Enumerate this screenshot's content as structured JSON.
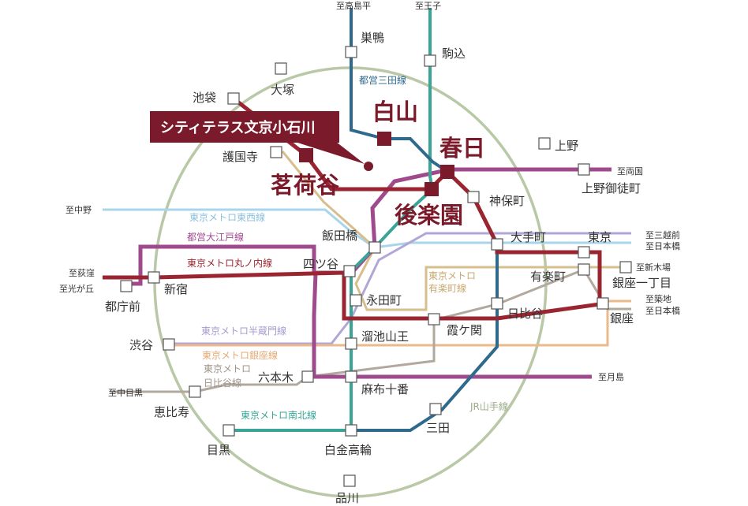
{
  "colors": {
    "yamanote": "#b9c8a6",
    "mita": "#2f6a8c",
    "namboku": "#3aa596",
    "marunouchi": "#9a2530",
    "oedo": "#a04a8e",
    "tozai": "#a9d4ea",
    "hanzomon": "#b2a6d6",
    "ginza": "#ebb98b",
    "hibiya": "#b2a89e",
    "yurakucho": "#d7be8c",
    "highlight": "#7a1a2a"
  },
  "property": {
    "name": "シティテラス文京小石川"
  },
  "highlight_stations": {
    "hakusan": "白山",
    "kasuga": "春日",
    "myogadani": "茗荷谷",
    "korakuen": "後楽園"
  },
  "stations": {
    "sugamo": "巣鴨",
    "komagome": "駒込",
    "otsuka": "大塚",
    "ikebukuro": "池袋",
    "gokokuji": "護国寺",
    "ueno": "上野",
    "uenookachimachi": "上野御徒町",
    "jimbocho": "神保町",
    "iidabashi": "飯田橋",
    "otemachi": "大手町",
    "tokyo": "東京",
    "yotsuya": "四ツ谷",
    "yurakucho": "有楽町",
    "ginzaitchome": "銀座一丁目",
    "shinjuku": "新宿",
    "nagatacho": "永田町",
    "tochomae": "都庁前",
    "hibiya": "日比谷",
    "kasumigaseki": "霞ケ関",
    "ginza": "銀座",
    "tameikesanno": "溜池山王",
    "shibuya": "渋谷",
    "roppongi": "六本木",
    "azabujuban": "麻布十番",
    "ebisu": "恵比寿",
    "mita": "三田",
    "meguro": "目黒",
    "shirokanetakanawa": "白金高輪",
    "shinagawa": "品川"
  },
  "destinations": {
    "takashimadaira": "至高島平",
    "oji": "至王子",
    "ryogoku": "至両国",
    "nakano": "至中野",
    "mitsukoshimae": "至三越前",
    "nihombashi1": "至日本橋",
    "ogikubo": "至荻窪",
    "shinkiba": "至新木場",
    "hikarigaoka": "至光が丘",
    "tsukiji": "至築地",
    "nihombashi2": "至日本橋",
    "nakameguro": "至中目黒",
    "tsukishima": "至月島"
  },
  "lines": {
    "mita": "都営三田線",
    "tozai": "東京メトロ東西線",
    "oedo": "都営大江戸線",
    "marunouchi": "東京メトロ丸ノ内線",
    "yurakucho_1": "東京メトロ",
    "yurakucho_2": "有楽町線",
    "hanzomon": "東京メトロ半蔵門線",
    "ginza": "東京メトロ銀座線",
    "hibiya_1": "東京メトロ",
    "hibiya_2": "日比谷線",
    "namboku": "東京メトロ南北線",
    "yamanote": "JR山手線"
  }
}
